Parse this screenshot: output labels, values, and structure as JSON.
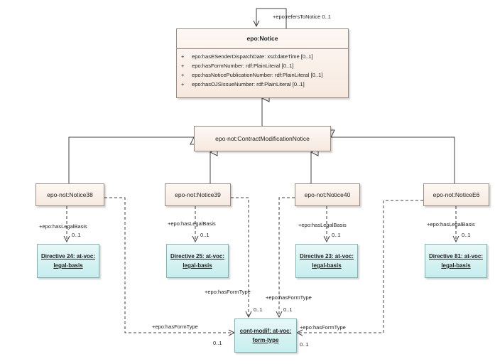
{
  "classes": {
    "notice": {
      "name": "epo:Notice",
      "attributes": [
        {
          "visibility": "+",
          "text": "epo:hasESenderDispatchDate: xsd:dateTime [0..1]"
        },
        {
          "visibility": "+",
          "text": "epo:hasFormNumber: rdf:PlainLiteral [0..1]"
        },
        {
          "visibility": "+",
          "text": "epo:hasNoticePublicationNumber: rdf:PlainLiteral [0..1]"
        },
        {
          "visibility": "+",
          "text": "epo:hasOJSIssueNumber: rdf:PlainLiteral [0..1]"
        }
      ]
    },
    "contract_mod": {
      "name": "epo-not:ContractModificationNotice"
    },
    "notice38": {
      "name": "epo-not:Notice38"
    },
    "notice39": {
      "name": "epo-not:Notice39"
    },
    "notice40": {
      "name": "epo-not:Notice40"
    },
    "noticeE6": {
      "name": "epo-not:NoticeE6"
    }
  },
  "vocabularies": {
    "dir24": {
      "line1": "Directive 24: at-voc:",
      "line2": "legal-basis"
    },
    "dir25": {
      "line1": "Directive 25: at-voc:",
      "line2": "legal-basis"
    },
    "dir23": {
      "line1": "Directive 23: at-voc:",
      "line2": "legal-basis"
    },
    "dir81": {
      "line1": "Directive 81: at-voc:",
      "line2": "legal-basis"
    },
    "form_type": {
      "line1": "cont-modif: at-voc:",
      "line2": "form-type"
    }
  },
  "edge_labels": {
    "refers_to_notice": "+epo:refersToNotice 0..1",
    "legal_basis": "+epo:hasLegalBasis",
    "form_type": "+epo:hasFormType",
    "mult": "0..1"
  },
  "colors": {
    "class_fill_top": "#fdf8f4",
    "class_fill_bottom": "#f6e9df",
    "class_border": "#9a8a80",
    "vocab_fill": "#c7eded",
    "vocab_border": "#7ab7b7",
    "line": "#404040"
  }
}
